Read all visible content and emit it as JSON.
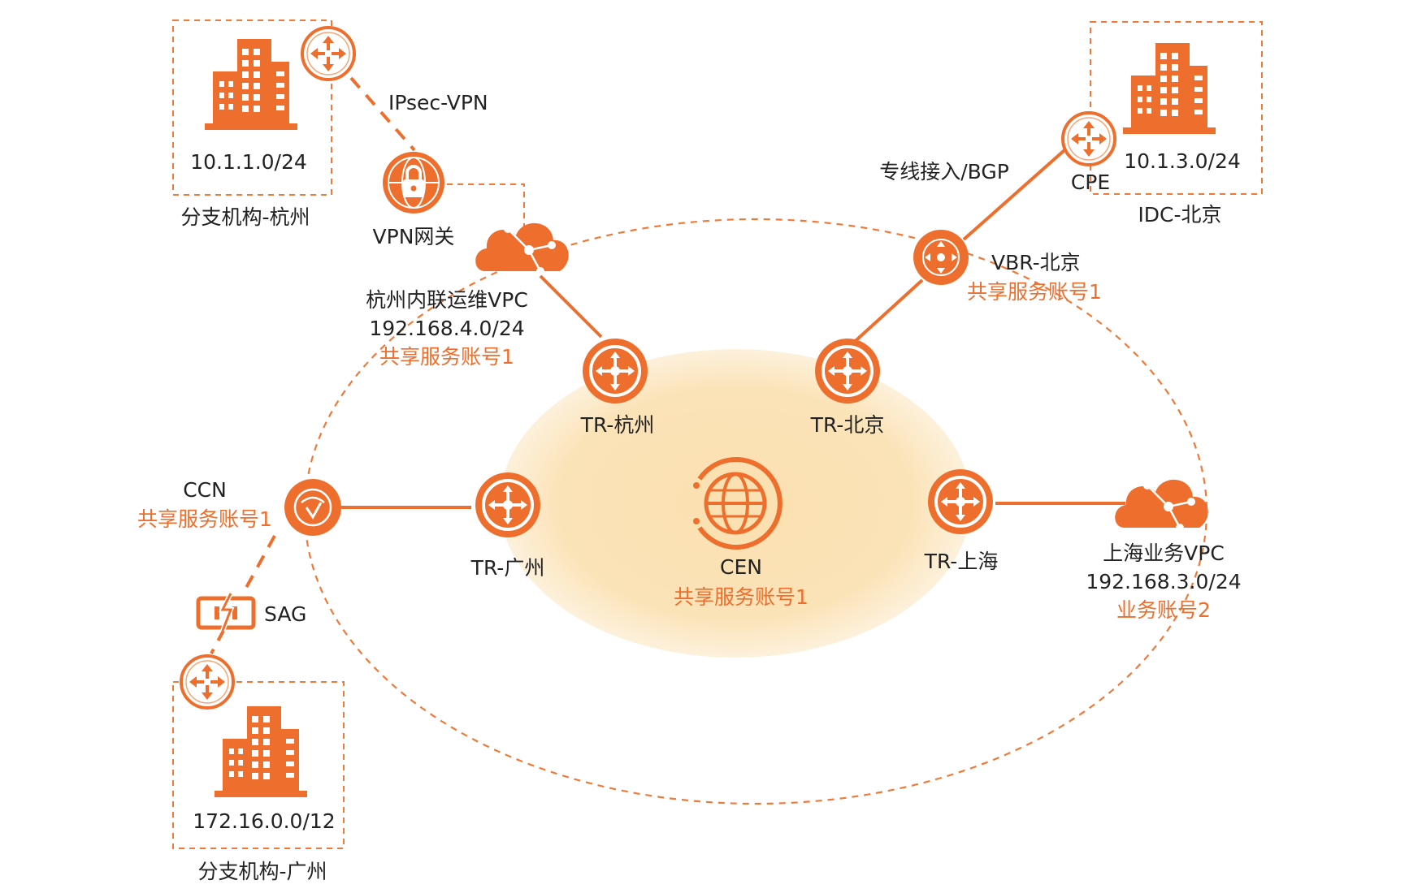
{
  "colors": {
    "accent": "#ee6f2d",
    "accent_light": "#f5a575",
    "cen_fill": "#fbe3b8",
    "text": "#222222"
  },
  "branch_hz": {
    "subnet": "10.1.1.0/24",
    "name": "分支机构-杭州"
  },
  "ipsec": {
    "label": "IPsec-VPN"
  },
  "vpn_gateway": {
    "label": "VPN网关"
  },
  "hz_vpc": {
    "name": "杭州内联运维VPC",
    "cidr": "192.168.4.0/24",
    "account": "共享服务账号1"
  },
  "idc_bj": {
    "subnet": "10.1.3.0/24",
    "name": "IDC-北京",
    "cpe": "CPE"
  },
  "leased_line": {
    "label": "专线接入/BGP"
  },
  "vbr_bj": {
    "name": "VBR-北京",
    "account": "共享服务账号1"
  },
  "tr": {
    "hz": "TR-杭州",
    "bj": "TR-北京",
    "gz": "TR-广州",
    "sh": "TR-上海"
  },
  "cen": {
    "name": "CEN",
    "account": "共享服务账号1"
  },
  "ccn": {
    "name": "CCN",
    "account": "共享服务账号1"
  },
  "sag": {
    "label": "SAG"
  },
  "sh_vpc": {
    "name": "上海业务VPC",
    "cidr": "192.168.3.0/24",
    "account": "业务账号2"
  },
  "branch_gz": {
    "subnet": "172.16.0.0/12",
    "name": "分支机构-广州"
  },
  "icons": [
    "building-icon",
    "router-icon",
    "vpn-gateway-icon",
    "cloud-vpc-icon",
    "transit-router-icon",
    "globe-icon",
    "ccn-icon",
    "sag-icon",
    "vbr-icon"
  ]
}
